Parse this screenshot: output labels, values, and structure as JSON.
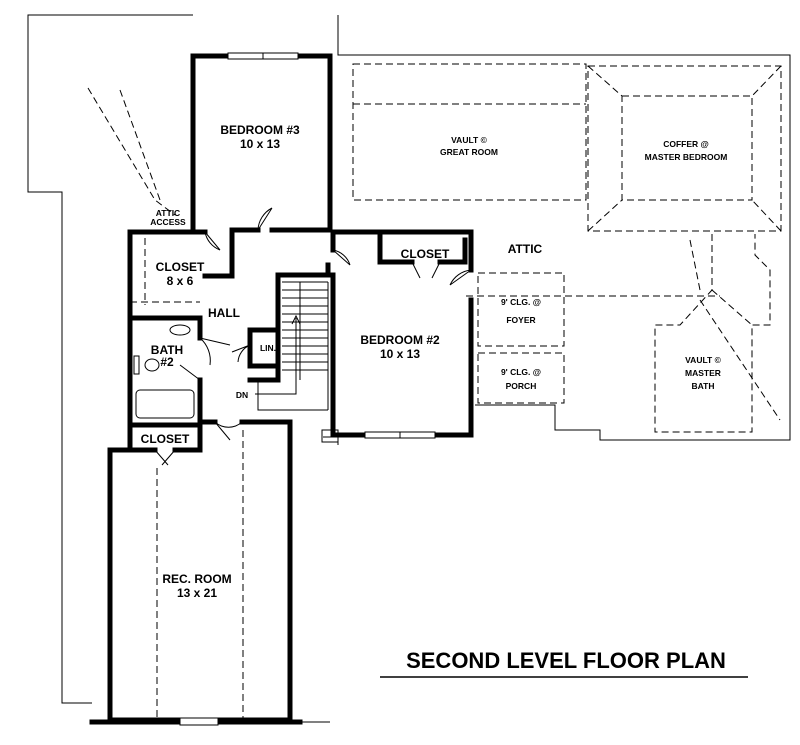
{
  "title": "SECOND LEVEL FLOOR PLAN",
  "rooms": {
    "bedroom3_name": "BEDROOM #3",
    "bedroom3_size": "10 x 13",
    "bedroom2_name": "BEDROOM #2",
    "bedroom2_size": "10 x 13",
    "closet1_name": "CLOSET",
    "closet1_size": "8 x 6",
    "closet2_name": "CLOSET",
    "closet3_name": "CLOSET",
    "hall": "HALL",
    "bath_name": "BATH",
    "bath_num": "#2",
    "linen": "LIN.",
    "rec_name": "REC. ROOM",
    "rec_size": "13 x 21",
    "attic": "ATTIC",
    "attic_access_1": "ATTIC",
    "attic_access_2": "ACCESS",
    "stairs_dn": "DN"
  },
  "overlays": {
    "vault_great_1": "VAULT ©",
    "vault_great_2": "GREAT ROOM",
    "coffer_1": "COFFER @",
    "coffer_2": "MASTER BEDROOM",
    "foyer_1": "9' CLG. @",
    "foyer_2": "FOYER",
    "porch_1": "9' CLG. @",
    "porch_2": "PORCH",
    "vault_bath_1": "VAULT ©",
    "vault_bath_2": "MASTER",
    "vault_bath_3": "BATH"
  }
}
